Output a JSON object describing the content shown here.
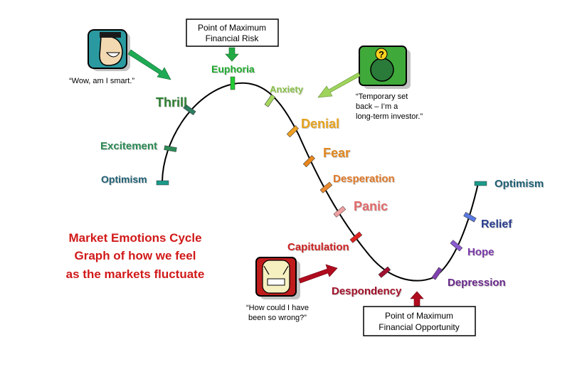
{
  "title_lines": [
    "Market Emotions Cycle",
    "Graph of how we feel",
    "as the markets fluctuate"
  ],
  "boxes": {
    "risk": [
      "Point of Maximum",
      "Financial Risk"
    ],
    "opportunity": [
      "Point of Maximum",
      "Financial Opportunity"
    ]
  },
  "quotes": {
    "smart": [
      "“Wow, am I smart.”"
    ],
    "temporary": [
      "“Temporary set",
      "back – I’m a",
      "long-term investor.”"
    ],
    "wrong": [
      "“How could I have",
      "been so wrong?”"
    ]
  },
  "stages": [
    {
      "key": "optimism_start",
      "label": "Optimism",
      "color": "#1f5f73"
    },
    {
      "key": "excitement",
      "label": "Excitement",
      "color": "#2e8b57"
    },
    {
      "key": "thrill",
      "label": "Thrill",
      "color": "#2e7d32"
    },
    {
      "key": "euphoria",
      "label": "Euphoria",
      "color": "#1faa2d"
    },
    {
      "key": "anxiety",
      "label": "Anxiety",
      "color": "#8bc34a"
    },
    {
      "key": "denial",
      "label": "Denial",
      "color": "#e6a21e"
    },
    {
      "key": "fear",
      "label": "Fear",
      "color": "#e0881f"
    },
    {
      "key": "desperation",
      "label": "Desperation",
      "color": "#e07a2a"
    },
    {
      "key": "panic",
      "label": "Panic",
      "color": "#e06b6b"
    },
    {
      "key": "capitulation",
      "label": "Capitulation",
      "color": "#cc2222"
    },
    {
      "key": "despondency",
      "label": "Despondency",
      "color": "#a3122a"
    },
    {
      "key": "depression",
      "label": "Depression",
      "color": "#6a2a8a"
    },
    {
      "key": "hope",
      "label": "Hope",
      "color": "#7a3aa8"
    },
    {
      "key": "relief",
      "label": "Relief",
      "color": "#2a3f8f"
    },
    {
      "key": "optimism_end",
      "label": "Optimism",
      "color": "#1f5f73"
    }
  ]
}
